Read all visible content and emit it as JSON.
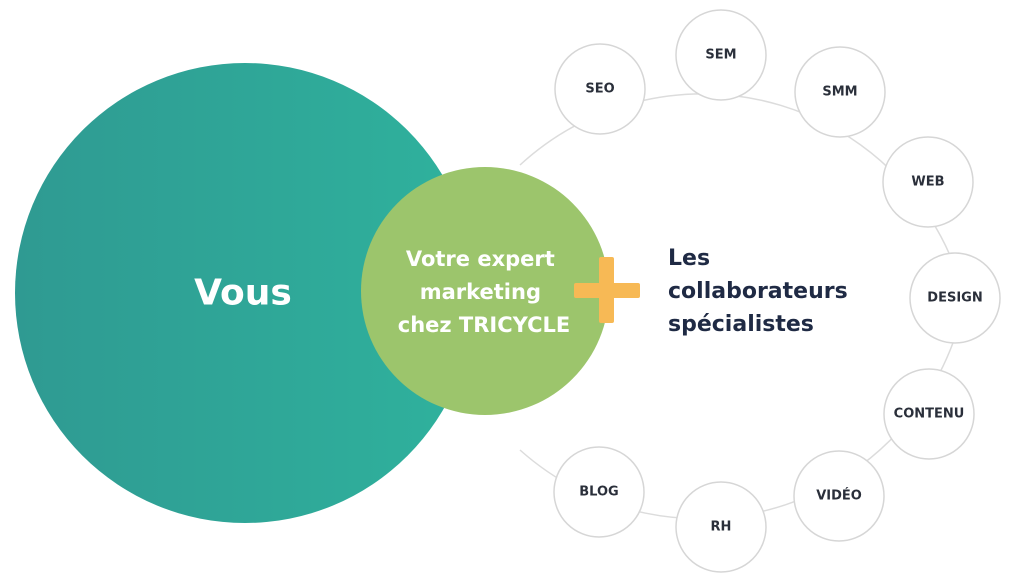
{
  "colors": {
    "teal_start": "#2f9a92",
    "teal_end": "#2fb29d",
    "green": "#9cc56c",
    "plus": "#f7b955",
    "node_border": "#d6d6d6",
    "ring": "#dcdcdc",
    "dark_text": "#1f2a44"
  },
  "main": {
    "vous": "Vous",
    "expert_lines": [
      "Votre expert",
      "marketing",
      "chez TRICYCLE"
    ],
    "collaborators_lines": [
      "Les",
      "collaborateurs",
      "spécialistes"
    ]
  },
  "nodes": [
    "SEO",
    "SEM",
    "SMM",
    "WEB",
    "DESIGN",
    "CONTENU",
    "VIDÉO",
    "RH",
    "BLOG"
  ]
}
